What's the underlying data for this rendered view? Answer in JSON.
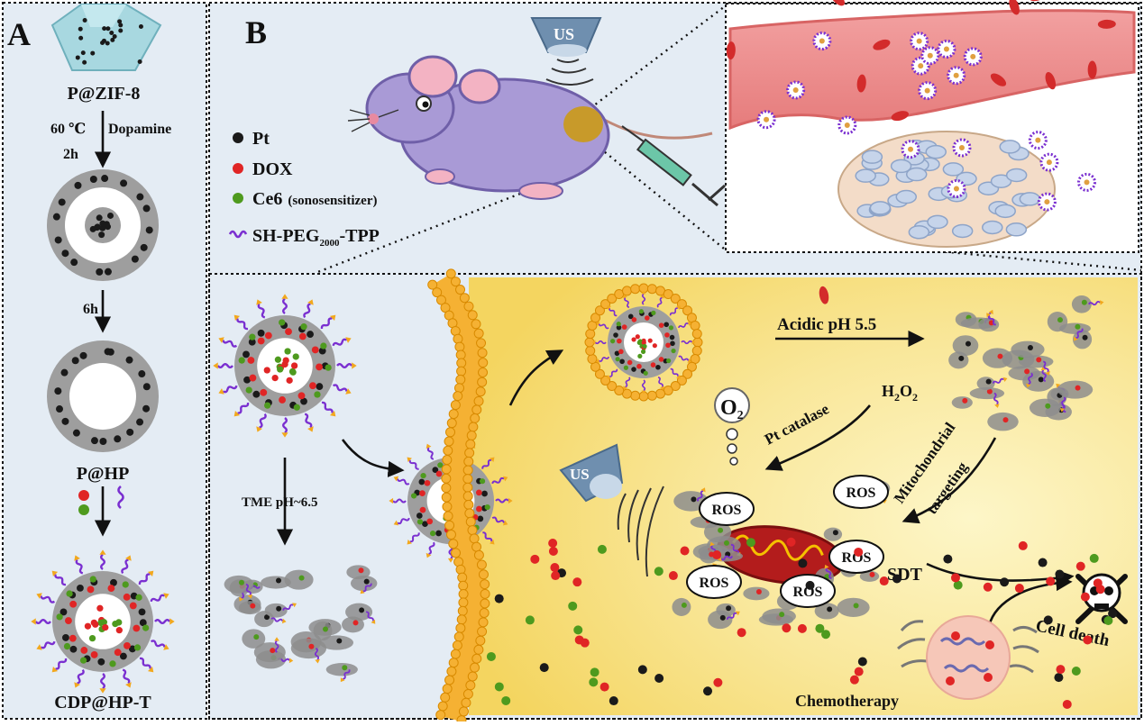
{
  "panels": {
    "a": "A",
    "b": "B"
  },
  "panel_a": {
    "step1_label": "P@ZIF-8",
    "cond_temp": "60 ℃",
    "cond_reagent": "Dopamine",
    "cond_time1": "2h",
    "cond_time2": "6h",
    "step3_label": "P@HP",
    "final_label": "CDP@HP-T"
  },
  "legend": {
    "pt": "Pt",
    "dox": "DOX",
    "ce6": "Ce6",
    "ce6_note": "(sonosensitizer)",
    "peg_prefix": "SH-PEG",
    "peg_sub": "2000",
    "peg_suffix": "-TPP"
  },
  "scene": {
    "us_top": "US",
    "us_cell": "US",
    "tme": "TME pH~6.5",
    "acidic": "Acidic pH 5.5",
    "h2o2_main": "H",
    "h2o2_sub": "2",
    "h2o2_o": "O",
    "o2": "O",
    "o2_sub": "2",
    "pt_catalase": "Pt catalase",
    "mito_1": "Mitochondrial",
    "mito_2": "targeting",
    "ros": "ROS",
    "sdt": "SDT",
    "cell_death": "Cell death",
    "chemo": "Chemotherapy"
  },
  "colors": {
    "panel_bg": "#e4ecf4",
    "cell_yellow": "#f9e79a",
    "pt": "#1a1a1a",
    "dox": "#e02525",
    "ce6": "#4e9a1e",
    "peg": "#7a2fd0",
    "tpp": "#f2a81d",
    "shell": "#9e9e9e",
    "mouse": "#a99ad6",
    "vessel": "#e88888",
    "membrane": "#f5b133",
    "mito": "#b31c1c"
  }
}
